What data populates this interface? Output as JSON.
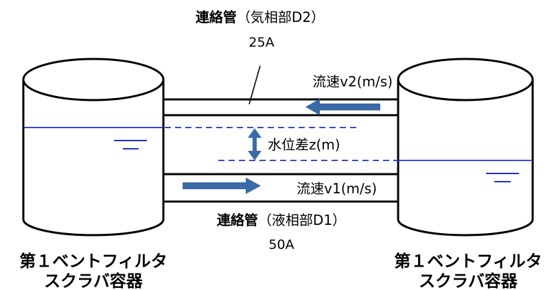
{
  "pipe_gas": {
    "title_bold": "連絡管",
    "title_rest": "（気相部D2）",
    "size": "25A"
  },
  "pipe_liquid": {
    "title_bold": "連絡管",
    "title_rest": "（液相部D1）",
    "size": "50A"
  },
  "flow_gas": "流速v2(m/s)",
  "flow_liquid": "流速v1(m/s)",
  "level_diff": "水位差z(m)",
  "vessel_left": {
    "line1": "第１ベントフィルタ",
    "line2": "スクラバ容器"
  },
  "vessel_right": {
    "line1": "第１ベントフィルタ",
    "line2": "スクラバ容器"
  },
  "colors": {
    "water_line": "#1f2fc8",
    "arrow": "#3b6aa6",
    "outline": "#000000"
  }
}
